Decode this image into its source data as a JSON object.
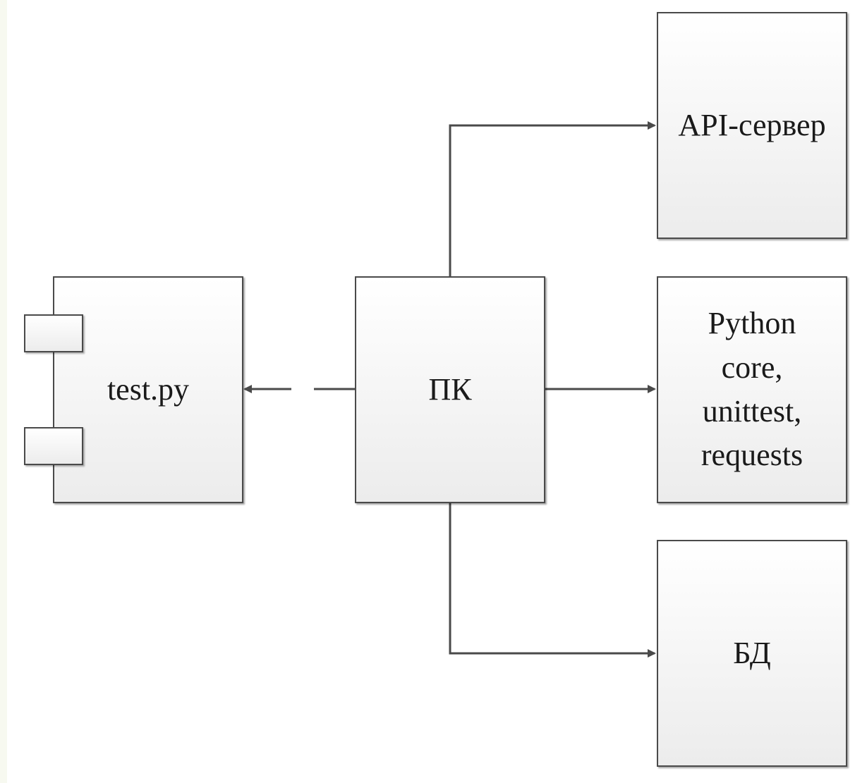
{
  "nodes": {
    "test_py": {
      "label": "test.py"
    },
    "pk": {
      "label": "ПК"
    },
    "api_server": {
      "label": "API-сервер"
    },
    "python_libs": {
      "lines": [
        "Python",
        "core,",
        "unittest,",
        "requests"
      ]
    },
    "db": {
      "label": "БД"
    }
  },
  "colors": {
    "line": "#4a4a4a",
    "node_fill_top": "#ffffff",
    "node_fill_bottom": "#ececec",
    "background": "#f7f9f0"
  },
  "edges": [
    {
      "from": "pk",
      "to": "test_py",
      "style": "dashed"
    },
    {
      "from": "pk",
      "to": "api_server",
      "style": "solid"
    },
    {
      "from": "pk",
      "to": "python_libs",
      "style": "solid"
    },
    {
      "from": "pk",
      "to": "db",
      "style": "solid"
    }
  ]
}
